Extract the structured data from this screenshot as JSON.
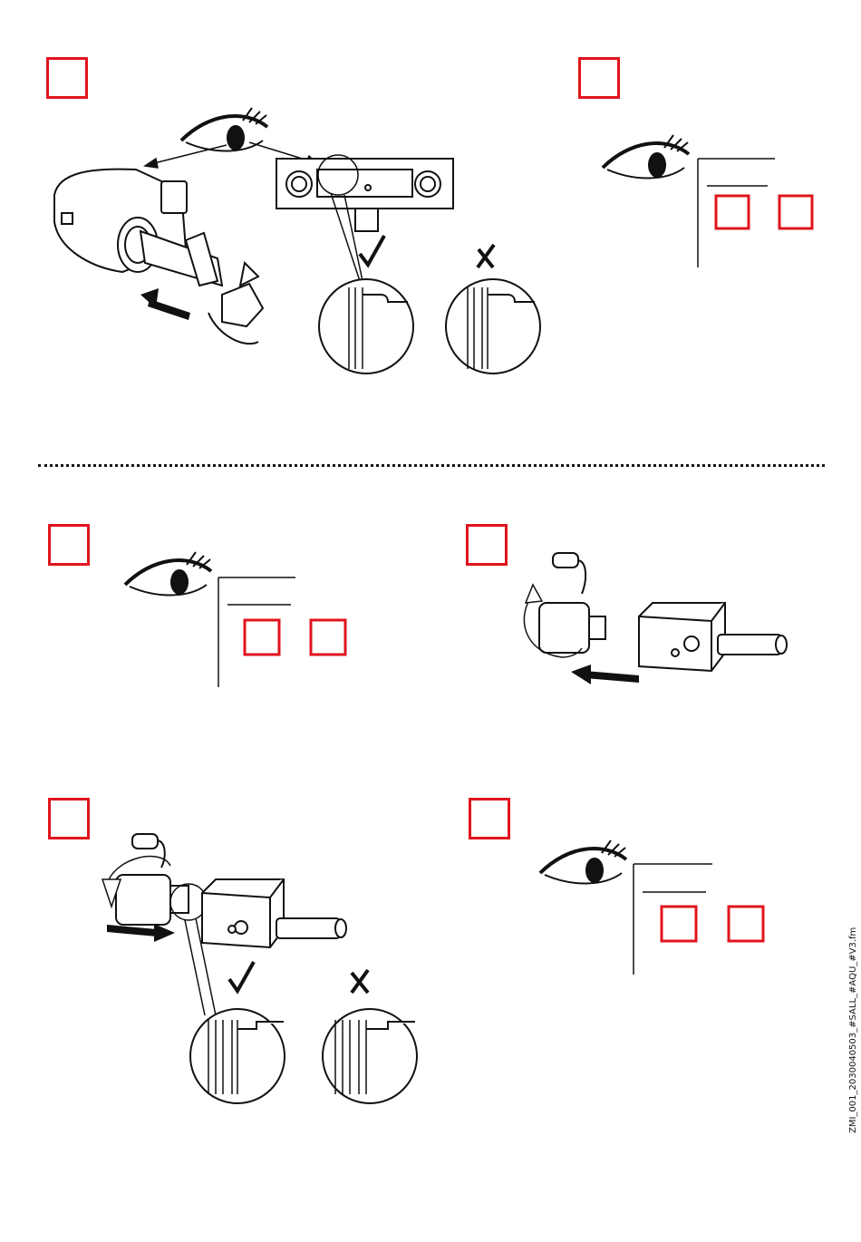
{
  "colors": {
    "step_box": "#e0141e",
    "line": "#111111"
  },
  "steps": [
    {
      "id": "step-1",
      "content": "wrench-and-cartridge-inspection"
    },
    {
      "id": "step-2",
      "content": "eye-check-gauge"
    },
    {
      "id": "step-3",
      "content": "eye-check-gauge"
    },
    {
      "id": "step-4",
      "content": "insert-cartridge-into-body"
    },
    {
      "id": "step-5",
      "content": "insert-cartridge-correct-vs-wrong"
    },
    {
      "id": "step-6",
      "content": "eye-check-gauge"
    }
  ],
  "icons": [
    "eye-icon",
    "check-icon",
    "cross-icon",
    "arrow-icon",
    "rotate-arrow-icon",
    "magnifier-circle"
  ],
  "side_label": "ZMI_001_2030040503_#SALL_#AQU_#V3.fm"
}
